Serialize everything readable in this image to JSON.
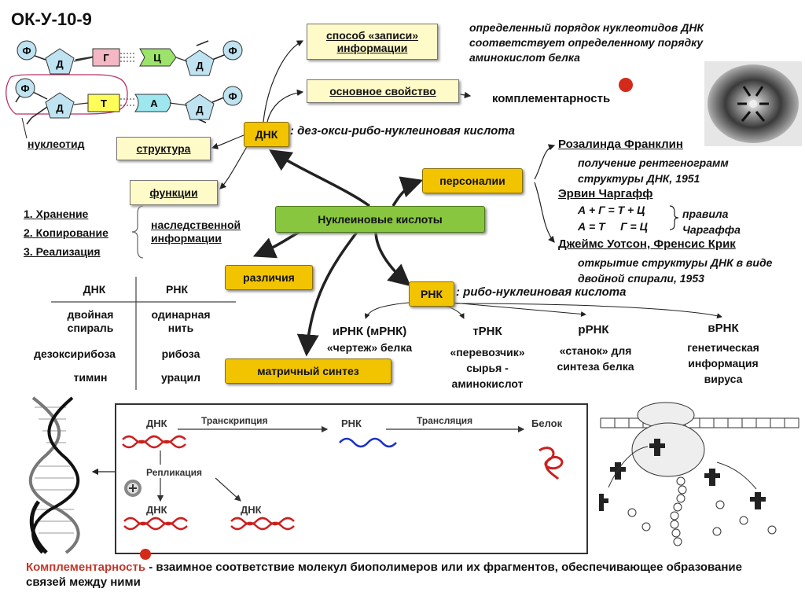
{
  "code": "ОК-У-10-9",
  "nucleotide": {
    "phosphate": "Ф",
    "sugar": "Д",
    "bases": {
      "g": "Г",
      "c": "Ц",
      "t": "Т",
      "a": "А"
    },
    "label": "нуклеотид"
  },
  "central": "Нуклеиновые кислоты",
  "dna": {
    "label": "ДНК",
    "definition": ": дез-окси-рибо-нуклеиновая кислота",
    "recording": "способ «записи» информации",
    "recording_note": "определенный порядок нуклеотидов ДНК соответствует определенному порядку аминокислот белка",
    "property": "основное свойство",
    "complementarity": "комплементарность",
    "structure": "структура",
    "functions": "функции",
    "function_list": [
      "1. Хранение",
      "2. Копирование",
      "3. Реализация"
    ],
    "hereditary": "наследственной информации"
  },
  "personalities": {
    "label": "персоналии",
    "franklin": "Розалинда Франклин",
    "franklin_note": "получение рентгенограмм структуры ДНК, 1951",
    "chargaff": "Эрвин Чаргафф",
    "rule1": "А + Г = Т + Ц",
    "rule2": "А = Т     Г = Ц",
    "rules_label": "правила Чаргаффа",
    "watson_crick": "Джеймс Уотсон, Френсис Крик",
    "watson_crick_note": "открытие структуры ДНК в виде двойной спирали, 1953"
  },
  "differences": {
    "label": "различия",
    "headers": [
      "ДНК",
      "РНК"
    ],
    "rows": [
      [
        "двойная спираль",
        "одинарная нить"
      ],
      [
        "дезоксирибоза",
        "рибоза"
      ],
      [
        "тимин",
        "урацил"
      ]
    ]
  },
  "rna": {
    "label": "РНК",
    "definition": ": рибо-нуклеиновая кислота",
    "types": [
      {
        "name": "иРНК (мРНК)",
        "desc": "«чертеж» белка"
      },
      {
        "name": "тРНК",
        "desc": "«перевозчик» сырья - аминокислот"
      },
      {
        "name": "рРНК",
        "desc": "«станок» для синтеза белка"
      },
      {
        "name": "вРНК",
        "desc": "генетическая информация вируса"
      }
    ]
  },
  "matrix": "матричный синтез",
  "scheme": {
    "dna": "ДНК",
    "transcription": "Транскрипция",
    "rna": "РНК",
    "translation": "Трансляция",
    "protein": "Белок",
    "replication": "Репликация",
    "dna1": "ДНК",
    "dna2": "ДНК"
  },
  "footer": {
    "term": "Комплементарность",
    "definition": " - взаимное соответствие молекул биополимеров или их фрагментов, обеспечивающее образование связей между ними"
  },
  "colors": {
    "yellow_box": "#fffbc8",
    "orange_box": "#f2c400",
    "green_box": "#88c63f",
    "dna_wave": "#cc2020",
    "rna_wave": "#1a2fc8",
    "term": "#c0392b",
    "marker": "#d42a1a"
  }
}
